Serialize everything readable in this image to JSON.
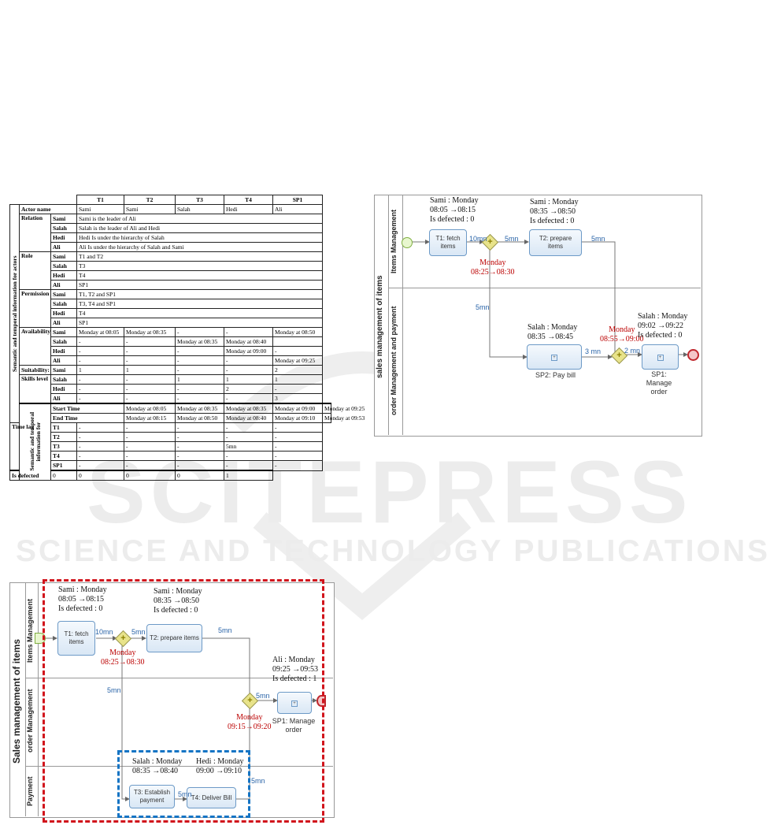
{
  "watermark": {
    "main": "SCITEPRESS",
    "sub": "SCIENCE AND TECHNOLOGY PUBLICATIONS"
  },
  "table": {
    "cols": [
      "T1",
      "T2",
      "T3",
      "T4",
      "SP1"
    ],
    "group_actors": "Semantic and temporal information for actors",
    "group_tasks": "Semantic and temporal information for",
    "actor_name_label": "Actor name",
    "actor_names": [
      "Sami",
      "Sami",
      "Salah",
      "Hedi",
      "Ali"
    ],
    "relation": {
      "label": "Relation",
      "rows": [
        [
          "Sami",
          "Sami is the leader of Ali"
        ],
        [
          "Salah",
          "Salah is the leader of Ali and Hedi"
        ],
        [
          "Hedi",
          "Hedi Is under the hierarchy of Salah"
        ],
        [
          "Ali",
          "Ali Is under the hierarchy of Salah and Sami"
        ]
      ]
    },
    "role": {
      "label": "Role",
      "rows": [
        [
          "Sami",
          "T1 and T2"
        ],
        [
          "Salah",
          "T3"
        ],
        [
          "Hedi",
          "T4"
        ],
        [
          "Ali",
          "SP1"
        ]
      ]
    },
    "permission": {
      "label": "Permission",
      "rows": [
        [
          "Sami",
          "T1, T2 and SP1"
        ],
        [
          "Salah",
          "T3, T4 and SP1"
        ],
        [
          "Hedi",
          "T4"
        ],
        [
          "Ali",
          "SP1"
        ]
      ]
    },
    "availability": {
      "label": "Availability",
      "rows": [
        [
          "Sami",
          "Monday at 08:05",
          "Monday at 08:35",
          "-",
          "-",
          "Monday at  08:50"
        ],
        [
          "Salah",
          "-",
          "-",
          "Monday at 08:35",
          "Monday at 08:40",
          ""
        ],
        [
          "Hedi",
          "-",
          "-",
          "-",
          "Monday at  09:00",
          "-"
        ],
        [
          "Ali",
          "-",
          "-",
          "-",
          "-",
          "Monday at  09:25"
        ]
      ]
    },
    "suitability": {
      "label1": "Suitability:",
      "label2": "Skills level",
      "rows": [
        [
          "Sami",
          "1",
          "1",
          "-",
          "-",
          "2"
        ],
        [
          "Salah",
          "-",
          "-",
          "1",
          "1",
          "1"
        ],
        [
          "Hedi",
          "-",
          "-",
          "-",
          "2",
          "-"
        ],
        [
          "Ali",
          "-",
          "-",
          "-",
          "-",
          "3"
        ]
      ]
    },
    "start_time": {
      "label": "Start Time",
      "vals": [
        "Monday at 08:05",
        "Monday at 08:35",
        "Monday at 08:35",
        "Monday  at 09:00",
        "Monday  at  09:25"
      ]
    },
    "end_time": {
      "label": "End Time",
      "vals": [
        "Monday at 08:15",
        "Monday at 08:50",
        "Monday at 08:40",
        "Monday  at 09:10",
        "Monday  at  09:53"
      ]
    },
    "time_lag": {
      "label": "Time lag",
      "rows": [
        [
          "T1",
          "-",
          "-",
          "-",
          "-",
          "-"
        ],
        [
          "T2",
          "-",
          "-",
          "-",
          "-",
          "-"
        ],
        [
          "T3",
          "-",
          "-",
          "-",
          "5mn",
          "-"
        ],
        [
          "T4",
          "-",
          "-",
          "-",
          "-",
          "-"
        ],
        [
          "SP1",
          "-",
          "-",
          "-",
          "-",
          "-"
        ]
      ]
    },
    "is_defected": {
      "label": "Is defected",
      "vals": [
        "0",
        "0",
        "0",
        "0",
        "1"
      ]
    }
  },
  "diagram_right": {
    "pool": "sales management of items",
    "lane1": "Items Management",
    "lane2": "order Management and payment",
    "t1": "T1: fetch items",
    "t2": "T2: prepare items",
    "sp2": "SP2: Pay bill",
    "sp1": "SP1: Manage order",
    "sami1": [
      "Sami : Monday",
      "08:05 →08:15",
      "Is defected : 0"
    ],
    "sami2": [
      "Sami : Monday",
      "08:35 →08:50",
      "Is defected : 0"
    ],
    "salah": [
      "Salah : Monday",
      "08:35 →08:45"
    ],
    "salah2": [
      "Salah : Monday",
      "09:02 →09:22",
      "Is defected : 0"
    ],
    "gw1": [
      "Monday",
      "08:25→08:30"
    ],
    "gw2": [
      "Monday",
      "08:55→09:00"
    ],
    "lag": {
      "a": "10mn",
      "b": "5mn",
      "c": "5mn",
      "d": "5mn",
      "e": "3 mn",
      "f": "2 mn"
    }
  },
  "diagram_left": {
    "pool": "Sales management of items",
    "lane1": "Items Management",
    "lane2": "order Management",
    "lane3": "Payment",
    "t1": "T1: fetch items",
    "t2": "T2: prepare items",
    "sp1": "SP1: Manage order",
    "t3": "T3: Establish payment",
    "t4": "T4: Deliver Bill",
    "sami1": [
      "Sami : Monday",
      "08:05 →08:15",
      "Is defected : 0"
    ],
    "sami2": [
      "Sami : Monday",
      "08:35 →08:50",
      "Is defected : 0"
    ],
    "ali": [
      "Ali : Monday",
      "09:25 →09:53",
      "Is defected : 1"
    ],
    "salah": [
      "Salah : Monday",
      "08:35 →08:40"
    ],
    "hedi": [
      "Hedi : Monday",
      "09:00 →09:10"
    ],
    "gw1": [
      "Monday",
      "08:25→08:30"
    ],
    "gw2": [
      "Monday",
      "09:15→09:20"
    ],
    "lag": {
      "a": "10mn",
      "b": "5mn",
      "c": "5mn",
      "d": "5mn",
      "e": "5mn",
      "f": "5mn",
      "g": "5mn"
    }
  }
}
